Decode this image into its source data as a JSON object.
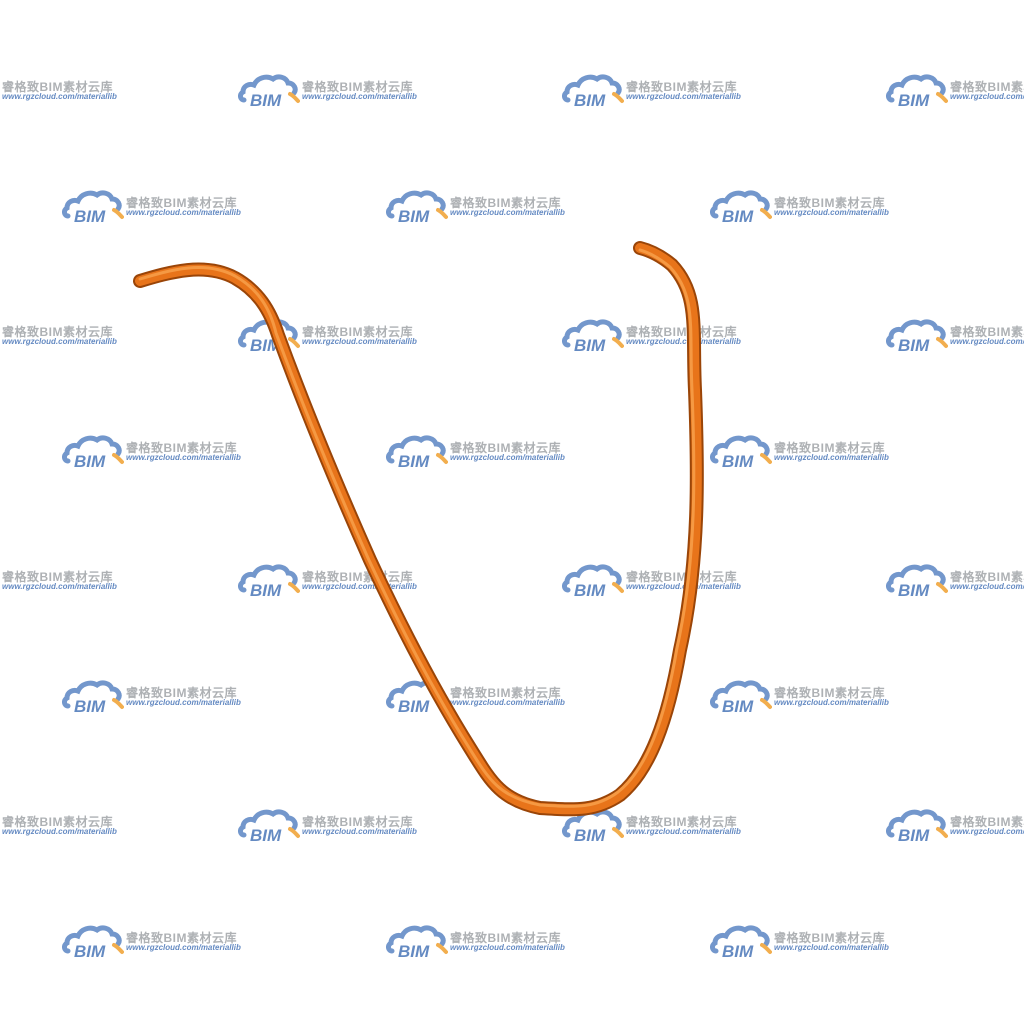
{
  "watermark": {
    "logo_text": "BIM",
    "brand_text": "睿格致BIM素材云库",
    "url_text": "www.rgzcloud.com/materiallib",
    "colors": {
      "cloud_blue": "#5b86c4",
      "accent_orange": "#f0a030",
      "gray_text": "#a0a4a8",
      "url_blue": "#4a76b8"
    }
  },
  "object": {
    "icon": "orange-bent-hose",
    "colors": {
      "body": "#e8741a",
      "shadow": "#9a4508",
      "highlight": "#f7a24d"
    }
  }
}
